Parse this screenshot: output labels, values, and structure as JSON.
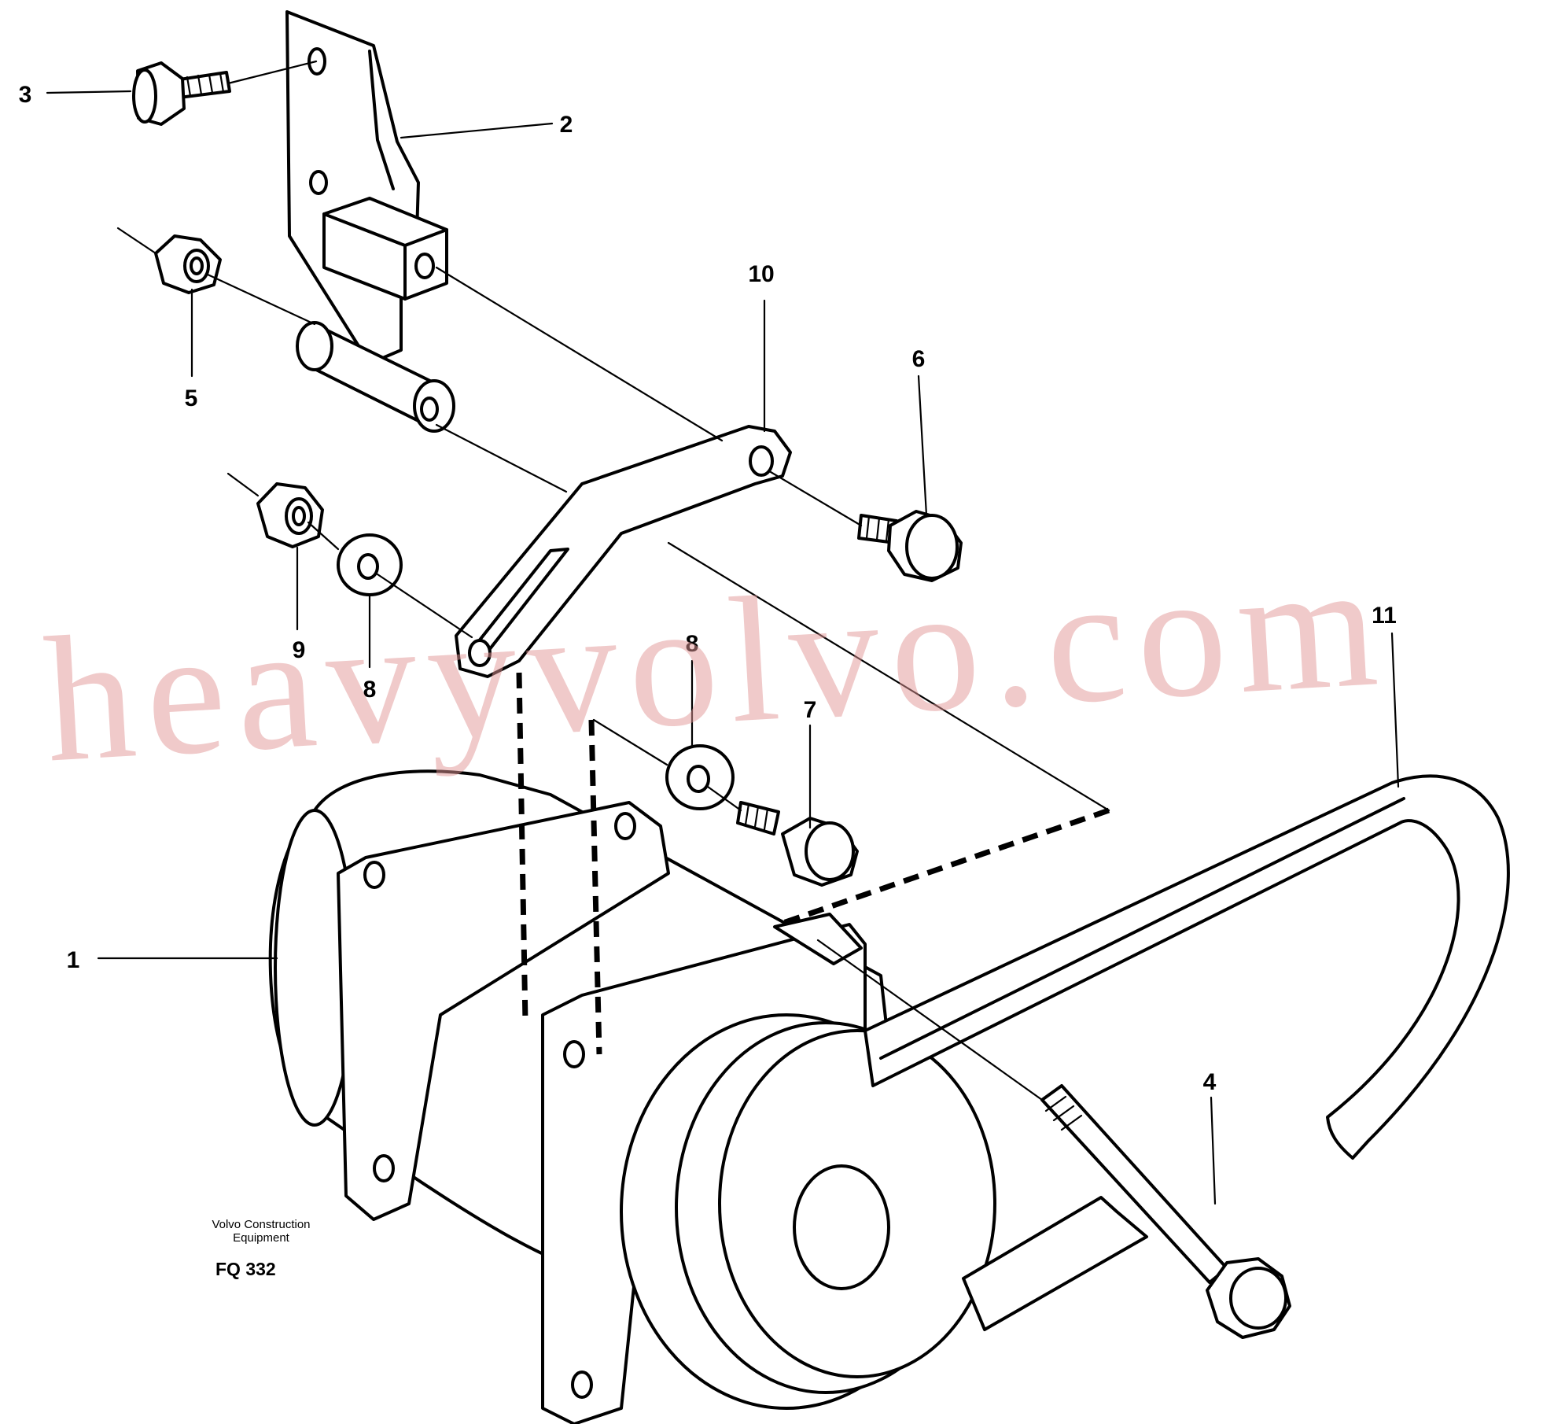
{
  "diagram": {
    "callouts": [
      "1",
      "2",
      "3",
      "4",
      "5",
      "6",
      "7",
      "8",
      "8",
      "9",
      "10",
      "11"
    ],
    "watermark": "heavyvolvo.com",
    "footer": {
      "company_line1": "Volvo Construction",
      "company_line2": "Equipment",
      "drawing_code": "FQ 332"
    }
  }
}
